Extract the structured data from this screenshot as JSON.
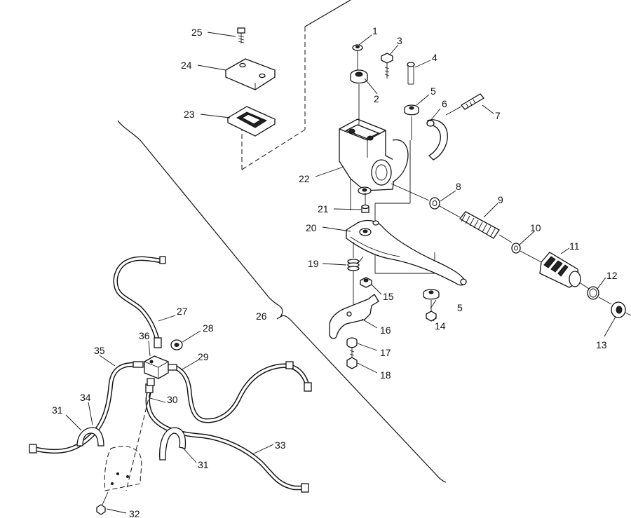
{
  "diagram": {
    "callouts": [
      {
        "id": "c1",
        "text": "1"
      },
      {
        "id": "c2",
        "text": "2"
      },
      {
        "id": "c3",
        "text": "3"
      },
      {
        "id": "c4",
        "text": "4"
      },
      {
        "id": "c5a",
        "text": "5"
      },
      {
        "id": "c5b",
        "text": "5"
      },
      {
        "id": "c6",
        "text": "6"
      },
      {
        "id": "c7",
        "text": "7"
      },
      {
        "id": "c8",
        "text": "8"
      },
      {
        "id": "c9",
        "text": "9"
      },
      {
        "id": "c10",
        "text": "10"
      },
      {
        "id": "c11",
        "text": "11"
      },
      {
        "id": "c12",
        "text": "12"
      },
      {
        "id": "c13",
        "text": "13"
      },
      {
        "id": "c14",
        "text": "14"
      },
      {
        "id": "c15",
        "text": "15"
      },
      {
        "id": "c16",
        "text": "16"
      },
      {
        "id": "c17",
        "text": "17"
      },
      {
        "id": "c18",
        "text": "18"
      },
      {
        "id": "c19",
        "text": "19"
      },
      {
        "id": "c20",
        "text": "20"
      },
      {
        "id": "c21",
        "text": "21"
      },
      {
        "id": "c22",
        "text": "22"
      },
      {
        "id": "c23",
        "text": "23"
      },
      {
        "id": "c24",
        "text": "24"
      },
      {
        "id": "c25",
        "text": "25"
      },
      {
        "id": "c26",
        "text": "26"
      },
      {
        "id": "c27",
        "text": "27"
      },
      {
        "id": "c28",
        "text": "28"
      },
      {
        "id": "c29",
        "text": "29"
      },
      {
        "id": "c30",
        "text": "30"
      },
      {
        "id": "c31a",
        "text": "31"
      },
      {
        "id": "c31b",
        "text": "31"
      },
      {
        "id": "c32",
        "text": "32"
      },
      {
        "id": "c33",
        "text": "33"
      },
      {
        "id": "c34",
        "text": "34"
      },
      {
        "id": "c35",
        "text": "35"
      },
      {
        "id": "c36",
        "text": "36"
      }
    ]
  }
}
